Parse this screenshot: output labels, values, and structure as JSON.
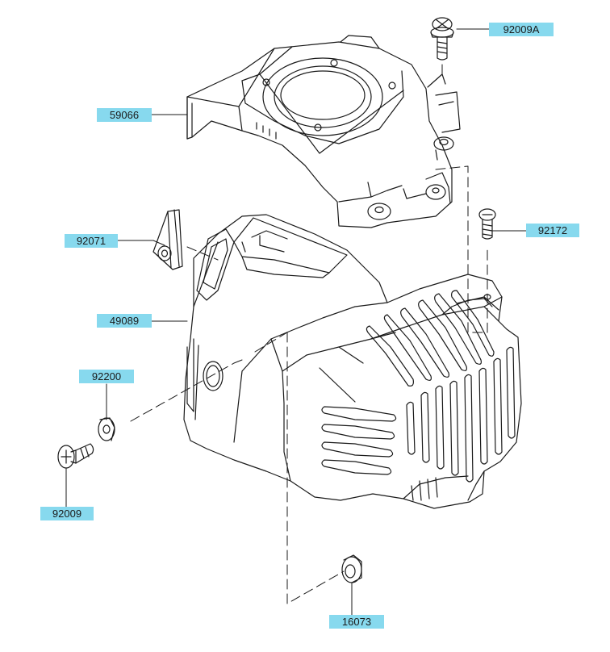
{
  "colors": {
    "label_fill": "#87D9EE",
    "line": "#1a1a1a",
    "background": "#ffffff"
  },
  "parts": [
    {
      "id": "92009A",
      "label": "92009A",
      "depicts": "bolt-with-washer"
    },
    {
      "id": "59066",
      "label": "59066",
      "depicts": "fan-shroud"
    },
    {
      "id": "92071",
      "label": "92071",
      "depicts": "grommet"
    },
    {
      "id": "92172",
      "label": "92172",
      "depicts": "screw"
    },
    {
      "id": "49089",
      "label": "49089",
      "depicts": "engine-cover"
    },
    {
      "id": "92200",
      "label": "92200",
      "depicts": "washer"
    },
    {
      "id": "92009",
      "label": "92009",
      "depicts": "bolt"
    },
    {
      "id": "16073",
      "label": "16073",
      "depicts": "collar"
    }
  ]
}
